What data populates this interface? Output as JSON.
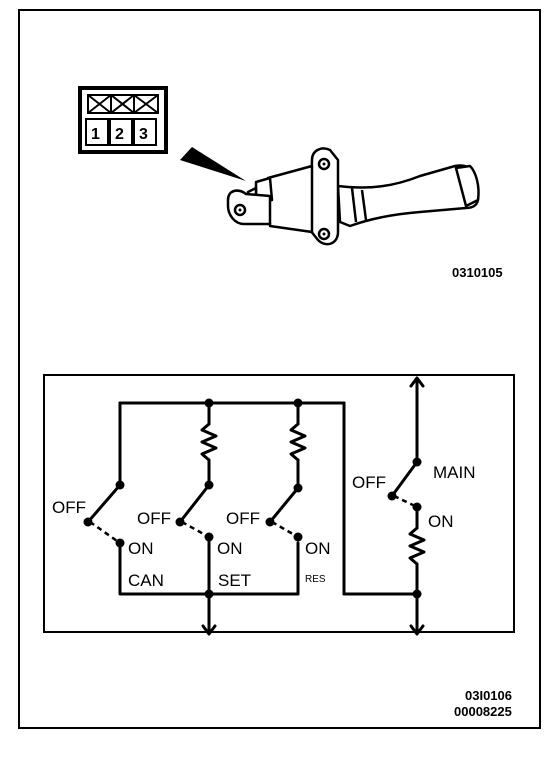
{
  "connector": {
    "pins": [
      "1",
      "2",
      "3"
    ]
  },
  "figure_codes": {
    "top": "0310105",
    "bottom": "03I0106",
    "doc": "00008225"
  },
  "switches": {
    "can": {
      "off": "OFF",
      "on": "ON",
      "name": "CAN"
    },
    "set": {
      "off": "OFF",
      "on": "ON",
      "name": "SET"
    },
    "res": {
      "off": "OFF",
      "on": "ON",
      "name": "RES"
    },
    "main": {
      "off": "OFF",
      "on": "ON",
      "name": "MAIN"
    }
  }
}
